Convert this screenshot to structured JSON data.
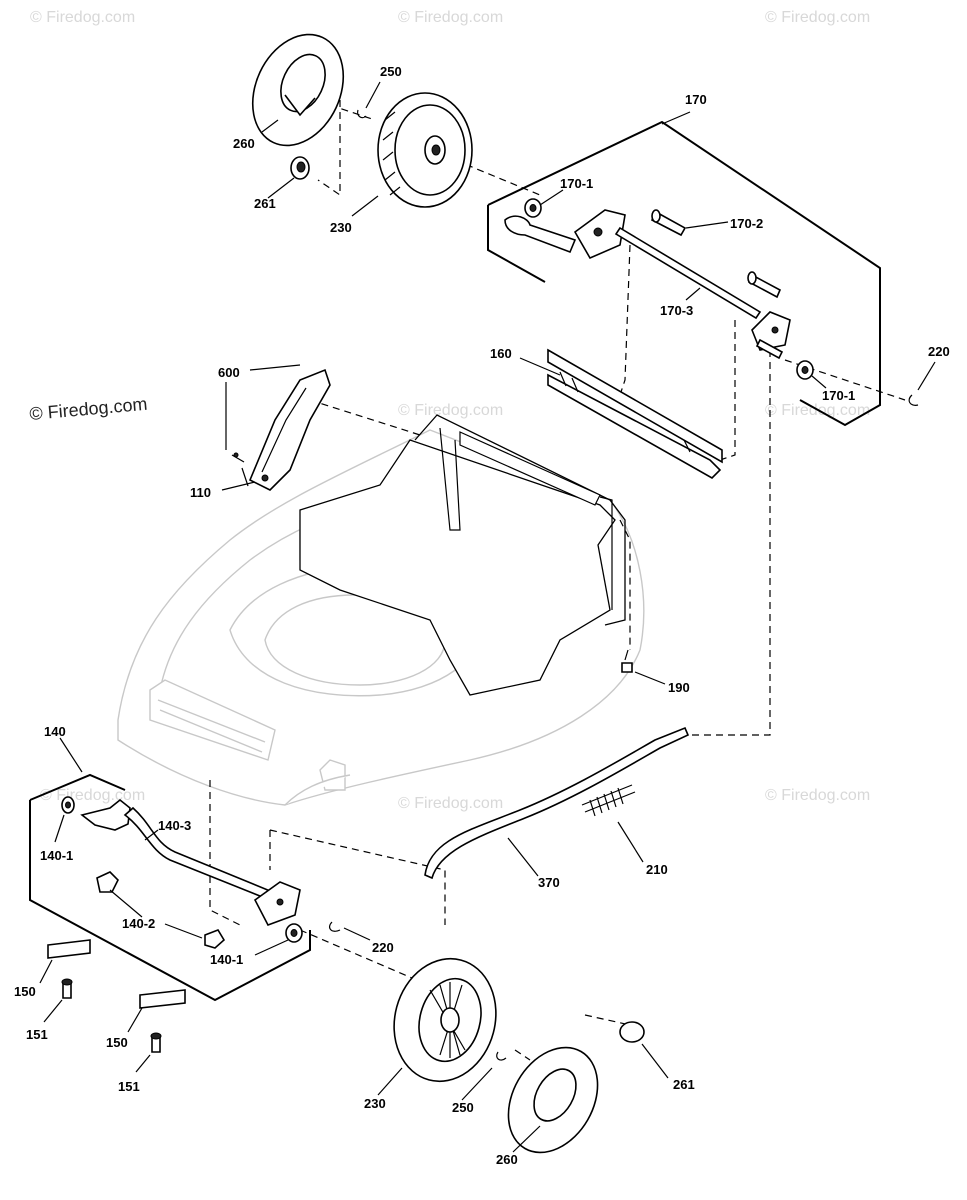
{
  "watermark": {
    "main": "© Firedog.com",
    "faint": "© Firedog.com"
  },
  "labels": {
    "p250_top": "250",
    "p260_top": "260",
    "p261_top": "261",
    "p230_top": "230",
    "p170": "170",
    "p170_1_top": "170-1",
    "p170_2": "170-2",
    "p170_3": "170-3",
    "p220_right": "220",
    "p170_1_right": "170-1",
    "p160": "160",
    "p600": "600",
    "p110": "110",
    "p190": "190",
    "p140": "140",
    "p140_1_left": "140-1",
    "p140_3": "140-3",
    "p140_2": "140-2",
    "p140_1_bottom": "140-1",
    "p220_bottom": "220",
    "p370": "370",
    "p210": "210",
    "p150_a": "150",
    "p151_a": "151",
    "p150_b": "150",
    "p151_b": "151",
    "p230_bottom": "230",
    "p250_bottom": "250",
    "p261_bottom": "261",
    "p260_bottom": "260"
  }
}
